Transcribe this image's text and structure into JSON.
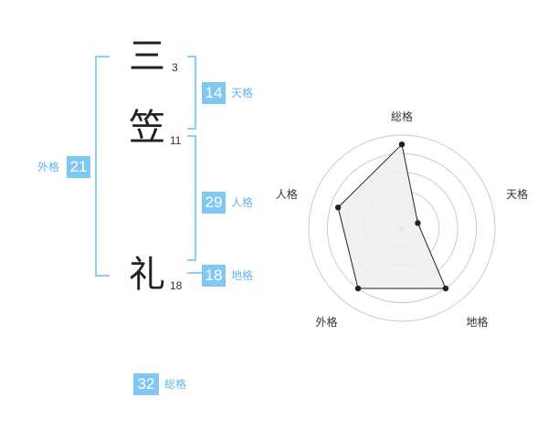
{
  "name": {
    "chars": [
      {
        "char": "三",
        "strokes": "3"
      },
      {
        "char": "笠",
        "strokes": "11"
      },
      {
        "char": "礼",
        "strokes": "18"
      }
    ]
  },
  "kakaku": {
    "tenkaku": {
      "value": "14",
      "label": "天格"
    },
    "jinkaku": {
      "value": "29",
      "label": "人格"
    },
    "chikaku": {
      "value": "18",
      "label": "地格"
    },
    "gaikaku": {
      "value": "21",
      "label": "外格"
    },
    "soukaku": {
      "value": "32",
      "label": "総格"
    }
  },
  "chart_data": {
    "type": "radar",
    "axes": [
      "総格",
      "天格",
      "地格",
      "外格",
      "人格"
    ],
    "values": [
      0.9,
      0.18,
      0.8,
      0.8,
      0.72
    ],
    "rings": 5,
    "colors": {
      "fill": "#efefef",
      "stroke": "#222222",
      "grid": "#cccccc"
    }
  }
}
